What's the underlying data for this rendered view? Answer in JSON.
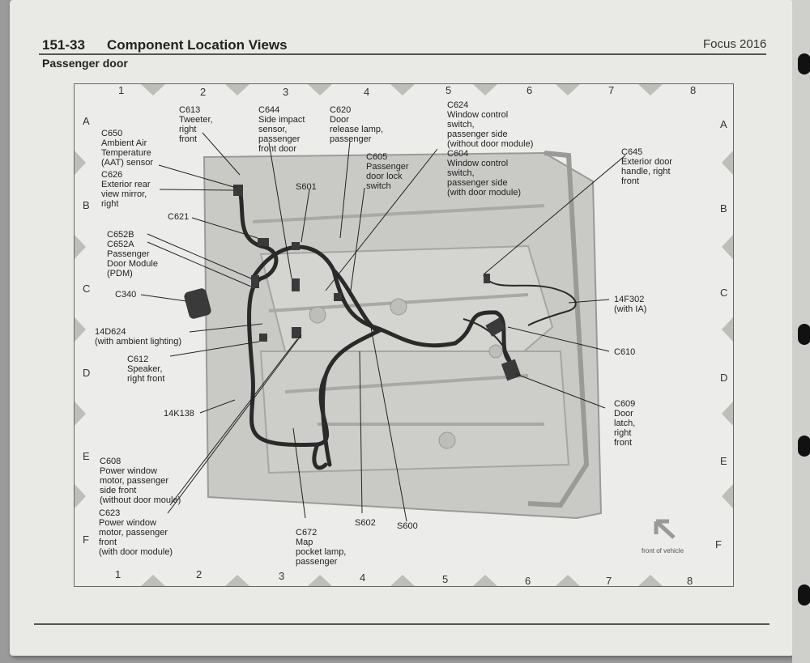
{
  "header": {
    "page_number": "151-33",
    "title": "Component Location Views",
    "model": "Focus 2016"
  },
  "subtitle": "Passenger door",
  "grid": {
    "columns": [
      "1",
      "2",
      "3",
      "4",
      "5",
      "6",
      "7",
      "8"
    ],
    "rows": [
      "A",
      "B",
      "C",
      "D",
      "E",
      "F"
    ]
  },
  "labels": {
    "c613": "C613\nTweeter,\nright\nfront",
    "c644": "C644\nSide impact\nsensor,\npassenger\nfront door",
    "c620": "C620\nDoor\nrelease lamp,\npassenger",
    "c624": "C624\nWindow control\nswitch,\npassenger side\n(without door module)",
    "c650": "C650\nAmbient Air\nTemperature\n(AAT) sensor",
    "c605": "C605\nPassenger\ndoor lock\nswitch",
    "c604": "C604\nWindow control\nswitch,\npassenger side\n(with door module)",
    "c645": "C645\nExterior door\nhandle, right\nfront",
    "c626": "C626\nExterior rear\nview mirror,\nright",
    "s601": "S601",
    "c621": "C621",
    "c652": "C652B\nC652A\nPassenger\nDoor Module\n(PDM)",
    "c340": "C340",
    "f302": "14F302\n(with IA)",
    "d624": "14D624\n(with ambient lighting)",
    "c610": "C610",
    "c612": "C612\nSpeaker,\nright front",
    "k138": "14K138",
    "c609": "C609\nDoor\nlatch,\nright\nfront",
    "c608": "C608\nPower window\nmotor, passenger\nside front\n(without door moule)",
    "c623": "C623\nPower window\nmotor, passenger\nfront\n(with door module)",
    "s602": "S602",
    "s600": "S600",
    "c672": "C672\nMap\npocket lamp,\npassenger"
  },
  "front_of_vehicle": "front of vehicle",
  "colors": {
    "page": "#e9e9e6",
    "door": "#c9c9c6",
    "harness": "#2a2a2a",
    "text": "#222222"
  }
}
